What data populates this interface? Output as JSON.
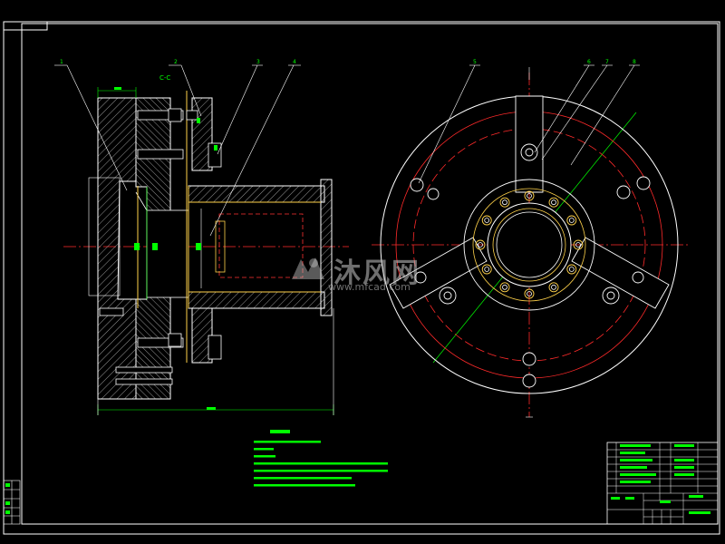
{
  "drawing": {
    "section_label": "C-C",
    "balloons": [
      "1",
      "2",
      "3",
      "4",
      "5",
      "6",
      "7",
      "8"
    ]
  },
  "watermark": {
    "main": "沐风网",
    "url": "www.mfcad.com"
  },
  "colors": {
    "background": "#000000",
    "outline": "#ffffff",
    "hatch": "#cccccc",
    "centerline": "#ff2a2a",
    "dimension": "#00ff00",
    "hidden": "#ff3333",
    "part": "#ffd24a"
  }
}
